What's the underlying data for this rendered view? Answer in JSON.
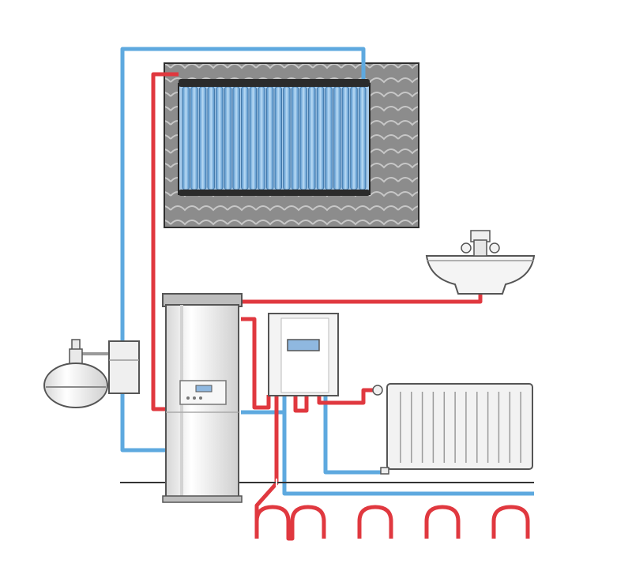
{
  "colors": {
    "background": "#ffffff",
    "hot_pipe": "#e0383f",
    "cold_pipe": "#5ea9df",
    "roof": "#8a8a8a",
    "roof_tile_line": "#c9c9c9",
    "collector_glass": "#7fb4e0",
    "collector_frame": "#2b2b2b",
    "appliance_body": "#f2f2f2",
    "appliance_outline": "#555555",
    "display": "#8fb8e0",
    "floor_line": "#333333"
  },
  "components": [
    {
      "id": "roof",
      "icon": "roof-tiles-icon"
    },
    {
      "id": "solar-collector",
      "icon": "evacuated-tube-collector-icon"
    },
    {
      "id": "expansion-vessel",
      "icon": "expansion-tank-icon"
    },
    {
      "id": "solar-station",
      "icon": "pump-station-icon"
    },
    {
      "id": "storage-tank",
      "icon": "hot-water-cylinder-icon"
    },
    {
      "id": "boiler",
      "icon": "wall-boiler-icon"
    },
    {
      "id": "washbasin",
      "icon": "washbasin-icon"
    },
    {
      "id": "radiator",
      "icon": "radiator-icon"
    },
    {
      "id": "underfloor-heating",
      "icon": "underfloor-loop-icon"
    }
  ]
}
